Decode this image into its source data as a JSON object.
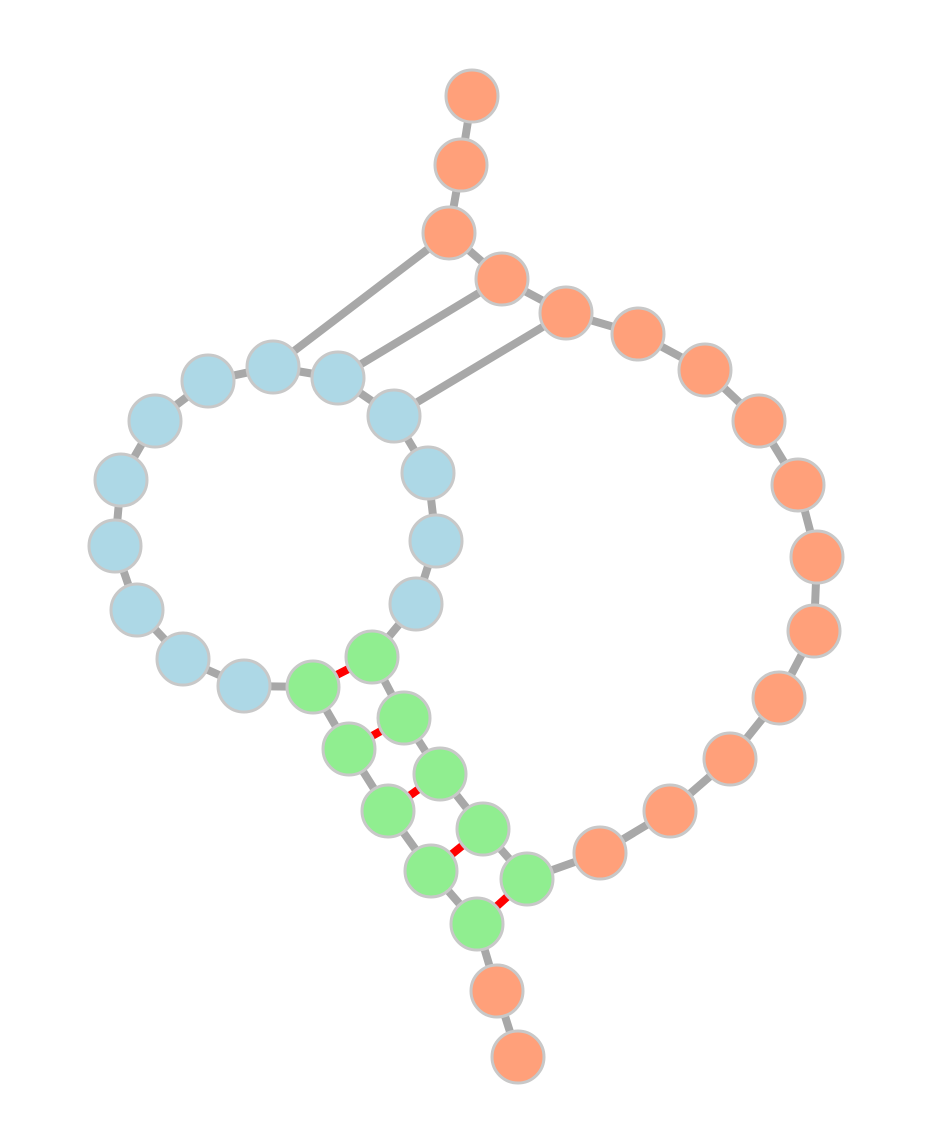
{
  "diagram": {
    "type": "rna-secondary-structure",
    "colors": {
      "unpaired": "#ffa07a",
      "stem": "#90ee90",
      "loop": "#add8e6",
      "node_stroke": "#c8c8c8",
      "backbone": "#a8a8a8",
      "base_pair": "#ff0000"
    },
    "nodes": [
      {
        "id": 0,
        "role": "unpaired"
      },
      {
        "id": 1,
        "role": "unpaired"
      },
      {
        "id": 2,
        "role": "unpaired"
      },
      {
        "id": 3,
        "role": "unpaired"
      },
      {
        "id": 4,
        "role": "unpaired"
      },
      {
        "id": 5,
        "role": "unpaired"
      },
      {
        "id": 6,
        "role": "unpaired"
      },
      {
        "id": 7,
        "role": "unpaired"
      },
      {
        "id": 8,
        "role": "unpaired"
      },
      {
        "id": 9,
        "role": "unpaired"
      },
      {
        "id": 10,
        "role": "unpaired"
      },
      {
        "id": 11,
        "role": "unpaired"
      },
      {
        "id": 12,
        "role": "unpaired"
      },
      {
        "id": 13,
        "role": "unpaired"
      },
      {
        "id": 14,
        "role": "unpaired"
      },
      {
        "id": 15,
        "role": "unpaired"
      },
      {
        "id": 16,
        "role": "stem"
      },
      {
        "id": 17,
        "role": "stem"
      },
      {
        "id": 18,
        "role": "stem"
      },
      {
        "id": 19,
        "role": "stem"
      },
      {
        "id": 20,
        "role": "stem"
      },
      {
        "id": 21,
        "role": "loop"
      },
      {
        "id": 22,
        "role": "loop"
      },
      {
        "id": 23,
        "role": "loop"
      },
      {
        "id": 24,
        "role": "loop"
      },
      {
        "id": 25,
        "role": "loop"
      },
      {
        "id": 26,
        "role": "loop"
      },
      {
        "id": 27,
        "role": "loop"
      },
      {
        "id": 28,
        "role": "loop"
      },
      {
        "id": 29,
        "role": "loop"
      },
      {
        "id": 30,
        "role": "loop"
      },
      {
        "id": 31,
        "role": "loop"
      },
      {
        "id": 32,
        "role": "loop"
      },
      {
        "id": 33,
        "role": "loop"
      },
      {
        "id": 34,
        "role": "loop"
      },
      {
        "id": 35,
        "role": "stem"
      },
      {
        "id": 36,
        "role": "stem"
      },
      {
        "id": 37,
        "role": "stem"
      },
      {
        "id": 38,
        "role": "stem"
      },
      {
        "id": 39,
        "role": "stem"
      },
      {
        "id": 40,
        "role": "unpaired"
      },
      {
        "id": 41,
        "role": "unpaired"
      }
    ],
    "backbone_links": [
      [
        0,
        1
      ],
      [
        1,
        2
      ],
      [
        2,
        3
      ],
      [
        3,
        4
      ],
      [
        4,
        5
      ],
      [
        5,
        6
      ],
      [
        6,
        7
      ],
      [
        7,
        8
      ],
      [
        8,
        9
      ],
      [
        9,
        10
      ],
      [
        10,
        11
      ],
      [
        11,
        12
      ],
      [
        12,
        13
      ],
      [
        13,
        14
      ],
      [
        14,
        15
      ],
      [
        15,
        16
      ],
      [
        16,
        17
      ],
      [
        17,
        18
      ],
      [
        18,
        19
      ],
      [
        19,
        20
      ],
      [
        20,
        21
      ],
      [
        21,
        22
      ],
      [
        22,
        23
      ],
      [
        23,
        24
      ],
      [
        24,
        25
      ],
      [
        25,
        26
      ],
      [
        26,
        27
      ],
      [
        27,
        28
      ],
      [
        28,
        29
      ],
      [
        29,
        30
      ],
      [
        30,
        31
      ],
      [
        31,
        32
      ],
      [
        32,
        33
      ],
      [
        33,
        34
      ],
      [
        34,
        35
      ],
      [
        35,
        36
      ],
      [
        36,
        37
      ],
      [
        37,
        38
      ],
      [
        38,
        39
      ],
      [
        39,
        40
      ],
      [
        40,
        41
      ]
    ],
    "long_links": [
      [
        2,
        28
      ],
      [
        3,
        27
      ],
      [
        4,
        26
      ]
    ],
    "base_pairs": [
      [
        16,
        39
      ],
      [
        17,
        38
      ],
      [
        18,
        37
      ],
      [
        19,
        36
      ],
      [
        20,
        35
      ]
    ]
  }
}
